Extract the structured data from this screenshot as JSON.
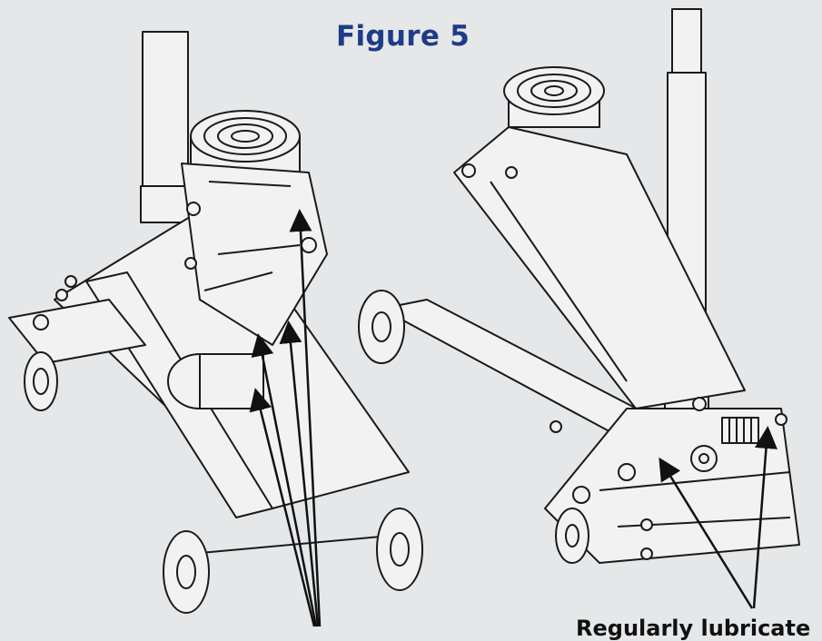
{
  "figure": {
    "title": "Figure 5",
    "title_color": "#1f3c88"
  },
  "callout": {
    "text": "Regularly lubricate",
    "color": "#111111"
  },
  "illustration": {
    "subjects": [
      "floor-jack-front-view",
      "floor-jack-side-view"
    ],
    "line_color": "#1a1a1a",
    "fill_color": "#f2f2f2"
  }
}
